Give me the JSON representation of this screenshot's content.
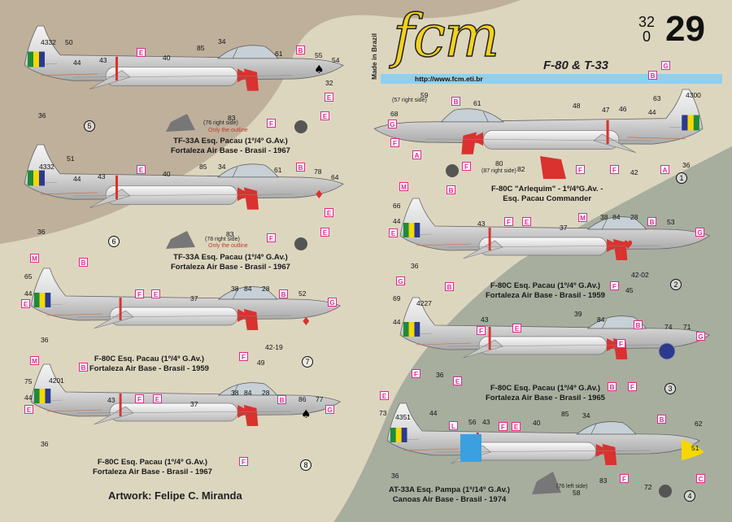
{
  "header": {
    "brand": "fcm",
    "made_in": "Made in Brazil",
    "title": "F-80 & T-33",
    "url": "http://www.fcm.eti.br",
    "scale_top": "32",
    "scale_bottom": "0",
    "sheet_number": "29"
  },
  "credit": "Artwork: Felipe C. Miranda",
  "colors": {
    "camo_tan": "#bfb09b",
    "camo_cream": "#ddd6bf",
    "camo_green": "#a7ae9e",
    "aircraft_silver": "#dedede",
    "marking_red": "#d9322f",
    "flag_green": "#1f8a3b",
    "flag_yellow": "#f4d800",
    "flag_blue": "#2b3a8f",
    "marker_magenta": "#e0298c",
    "url_bar": "#8fd0ef"
  },
  "profiles": [
    {
      "index": "5",
      "caption_line1": "TF-33A Esq. Pacau (1º/4º G.Av.)",
      "caption_line2": "Fortaleza Air Base - Brasil - 1967",
      "serial": "4332",
      "note_black": "(76 right side)",
      "note_red": "Only the outline",
      "callouts": [
        "50",
        "44",
        "43",
        "40",
        "85",
        "34",
        "61",
        "55",
        "54",
        "32",
        "36",
        "83"
      ],
      "markers": [
        "E",
        "B",
        "E",
        "E",
        "F"
      ]
    },
    {
      "index": "6",
      "caption_line1": "TF-33A Esq. Pacau (1º/4º G.Av.)",
      "caption_line2": "Fortaleza Air Base - Brasil - 1967",
      "serial": "4332",
      "note_black": "(78 right side)",
      "note_red": "Only the outline",
      "callouts": [
        "51",
        "44",
        "43",
        "40",
        "85",
        "34",
        "61",
        "78",
        "64",
        "36",
        "83"
      ],
      "markers": [
        "E",
        "B",
        "E",
        "E",
        "F"
      ]
    },
    {
      "index": "7",
      "caption_line1": "F-80C Esq. Pacau (1º/4º G.Av.)",
      "caption_line2": "Fortaleza Air Base - Brasil - 1959",
      "serial": "42-19",
      "callouts": [
        "65",
        "44",
        "37",
        "38",
        "84",
        "28",
        "52",
        "36",
        "49"
      ],
      "markers": [
        "M",
        "B",
        "E",
        "F",
        "E",
        "B",
        "G",
        "F"
      ]
    },
    {
      "index": "8",
      "caption_line1": "F-80C Esq. Pacau (1º/4º G.Av.)",
      "caption_line2": "Fortaleza Air Base - Brasil - 1967",
      "serial": "4201",
      "callouts": [
        "75",
        "44",
        "43",
        "37",
        "38",
        "84",
        "28",
        "86",
        "77",
        "36"
      ],
      "markers": [
        "M",
        "B",
        "E",
        "F",
        "E",
        "B",
        "G",
        "F"
      ]
    },
    {
      "index": "1",
      "caption_line1": "F-80C \"Arlequim\" - 1º/4ºG.Av. -",
      "caption_line2": "Esq. Pacau Commander",
      "serial": "4300",
      "note_black": "(57 right side)",
      "note_black2": "(87 right side)",
      "callouts": [
        "59",
        "61",
        "48",
        "47",
        "46",
        "63",
        "44",
        "68",
        "80",
        "82",
        "42",
        "36"
      ],
      "markers": [
        "B",
        "G",
        "B",
        "G",
        "F",
        "A",
        "F",
        "F",
        "F",
        "A"
      ]
    },
    {
      "index": "2",
      "caption_line1": "F-80C Esq. Pacau (1º/4º G.Av.)",
      "caption_line2": "Fortaleza Air Base - Brasil - 1959",
      "serial": "42-02",
      "callouts": [
        "66",
        "44",
        "43",
        "37",
        "38",
        "84",
        "28",
        "53",
        "36",
        "45"
      ],
      "markers": [
        "M",
        "B",
        "E",
        "F",
        "E",
        "M",
        "B",
        "G",
        "F"
      ]
    },
    {
      "index": "3",
      "caption_line1": "F-80C Esq. Pacau (1º/4º G.Av.)",
      "caption_line2": "Fortaleza Air Base - Brasil - 1965",
      "serial": "4227",
      "callouts": [
        "69",
        "44",
        "43",
        "39",
        "84",
        "74",
        "71",
        "36"
      ],
      "markers": [
        "G",
        "B",
        "F",
        "E",
        "F",
        "B",
        "G",
        "F",
        "E",
        "B",
        "F"
      ]
    },
    {
      "index": "4",
      "caption_line1": "AT-33A Esq. Pampa (1º/14º G.Av.)",
      "caption_line2": "Canoas Air Base - Brasil - 1974",
      "serial": "4351",
      "note_black": "(76 left side)",
      "callouts": [
        "73",
        "44",
        "56",
        "43",
        "40",
        "85",
        "34",
        "62",
        "51",
        "36",
        "58",
        "83",
        "72"
      ],
      "markers": [
        "E",
        "L",
        "F",
        "E",
        "B",
        "C",
        "F"
      ]
    }
  ]
}
